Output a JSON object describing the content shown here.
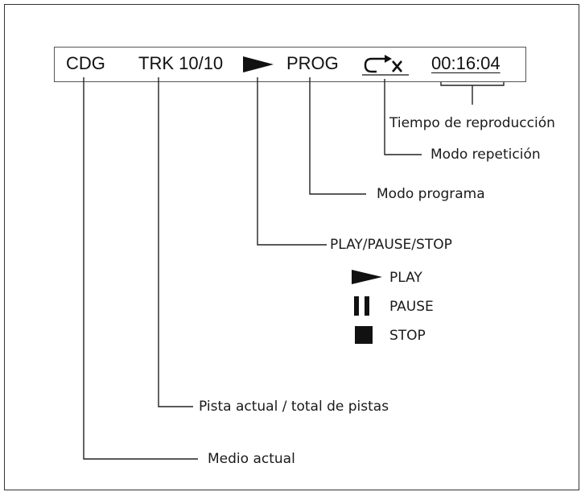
{
  "display": {
    "media": "CDG",
    "track": "TRK 10/10",
    "play_icon": "play-icon",
    "program": "PROG",
    "repeat_icon": "repeat-off-icon",
    "time": "00:16:04"
  },
  "callouts": {
    "playback_time": "Tiempo de reproducción",
    "repeat_mode": "Modo repetición",
    "program_mode": "Modo programa",
    "play_pause_stop": "PLAY/PAUSE/STOP",
    "current_track_total": "Pista actual / total de pistas",
    "current_media": "Medio actual"
  },
  "legend": {
    "play": "PLAY",
    "pause": "PAUSE",
    "stop": "STOP",
    "play_icon": "play-icon",
    "pause_icon": "pause-icon",
    "stop_icon": "stop-icon"
  },
  "colors": {
    "line": "#222222",
    "text": "#1a1a1a"
  }
}
